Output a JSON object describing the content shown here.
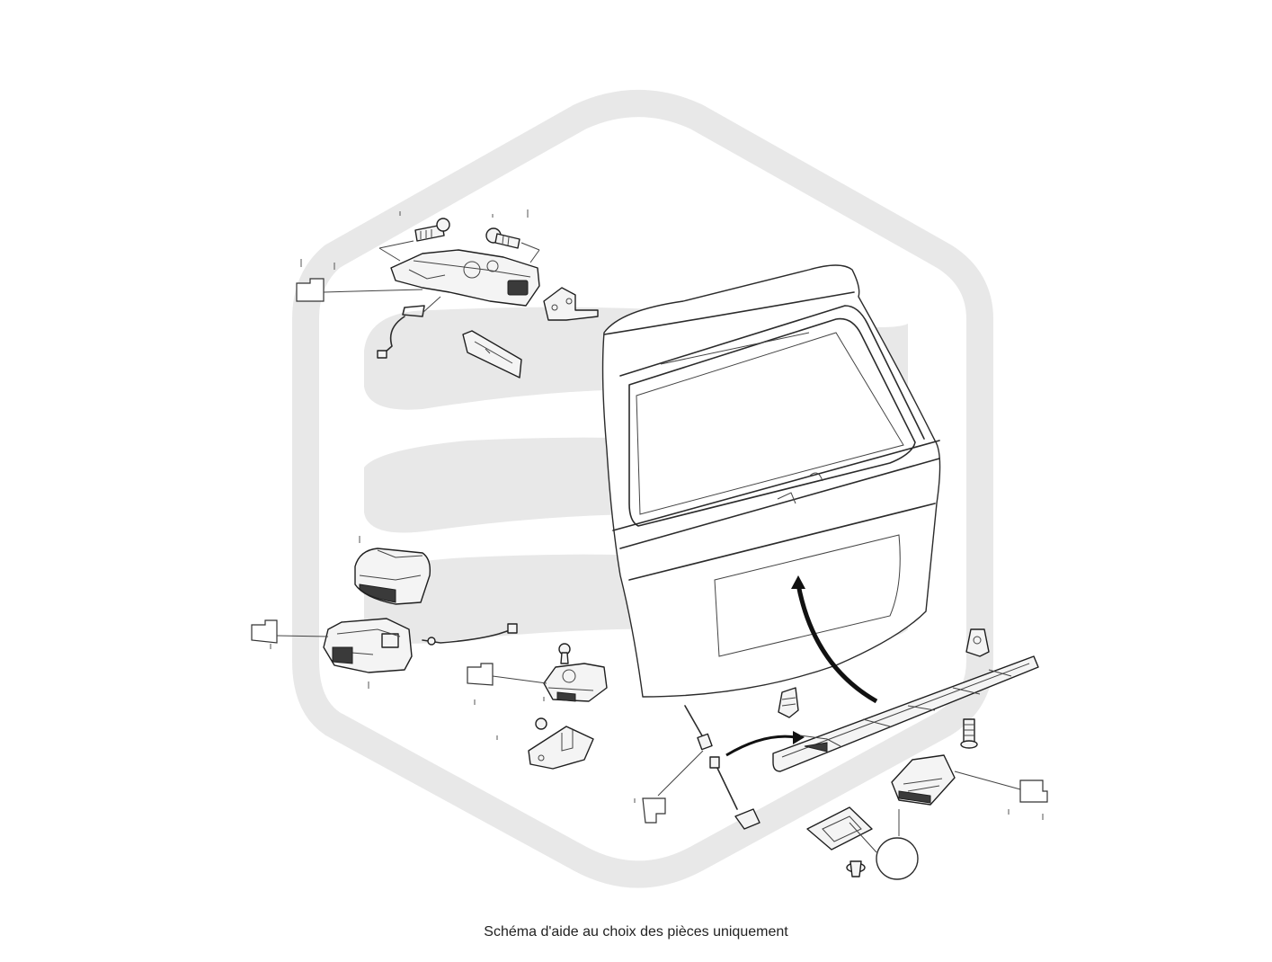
{
  "caption": "Schéma d'aide au choix des pièces uniquement",
  "watermark": {
    "color": "#e8e8e8",
    "shape": "hexagon-logo"
  },
  "line_color": "#2b2b2b",
  "parts": [
    {
      "name": "tailgate-panel"
    },
    {
      "name": "upper-lock-motor-assembly"
    },
    {
      "name": "upper-bolt-left"
    },
    {
      "name": "upper-bolt-right"
    },
    {
      "name": "upper-wiring-harness"
    },
    {
      "name": "upper-connector-plate"
    },
    {
      "name": "upper-hinge-bracket"
    },
    {
      "name": "lower-actuator-cover"
    },
    {
      "name": "lower-actuator-motor"
    },
    {
      "name": "lower-actuator-cable"
    },
    {
      "name": "tailgate-lock-latch"
    },
    {
      "name": "striker-plate"
    },
    {
      "name": "release-rod"
    },
    {
      "name": "release-switch-connector"
    },
    {
      "name": "trim-handle-bar"
    },
    {
      "name": "trim-clip"
    },
    {
      "name": "rubber-bumper-stop"
    },
    {
      "name": "screw-bolt"
    },
    {
      "name": "camera-switch-module"
    },
    {
      "name": "gasket-pad"
    },
    {
      "name": "push-clip-fastener"
    }
  ]
}
